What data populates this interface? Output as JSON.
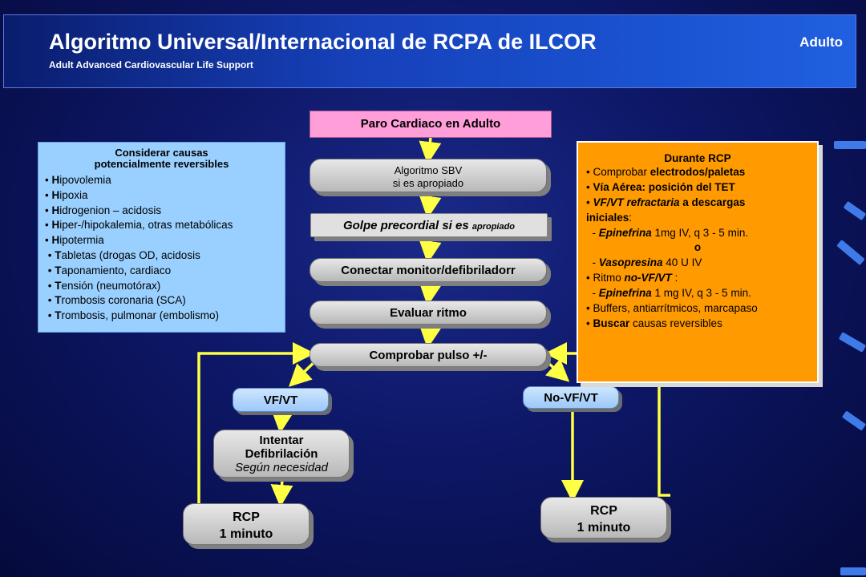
{
  "header": {
    "title": "Algoritmo Universal/Internacional de RCPA de ILCOR",
    "subtitle": "Adult Advanced Cardiovascular Life Support",
    "corner_label": "Adulto"
  },
  "flow": {
    "start": "Paro Cardiaco en Adulto",
    "sbv_title": "Algoritmo SBV",
    "sbv_sub": "si es apropiado",
    "golpe_main": "Golpe precordial si es",
    "golpe_small": "apropiado",
    "monitor": "Conectar monitor/defibriladorr",
    "evaluar": "Evaluar ritmo",
    "pulso": "Comprobar pulso +/-",
    "vfvt": "VF/VT",
    "novfvt": "No-VF/VT",
    "intentar_1": "Intentar",
    "intentar_2": "Defibrilación",
    "intentar_3": "Según necesidad",
    "rcp_title": "RCP",
    "rcp_sub": "1 minuto"
  },
  "causes": {
    "heading_1": "Considerar causas",
    "heading_2": "potencialmente  reversibles",
    "items": [
      {
        "initial": "H",
        "rest": "ipovolemia"
      },
      {
        "initial": "H",
        "rest": "ipoxia"
      },
      {
        "initial": "H",
        "rest": "idrogenion – acidosis"
      },
      {
        "initial": "H",
        "rest": "iper-/hipokalemia, otras metabólicas"
      },
      {
        "initial": "H",
        "rest": "ipotermia"
      },
      {
        "initial": "T",
        "rest": "abletas  (drogas OD, acidosis"
      },
      {
        "initial": "T",
        "rest": "aponamiento, cardiaco"
      },
      {
        "initial": "T",
        "rest": "ensión (neumotórax)"
      },
      {
        "initial": "T",
        "rest": "rombosis  coronaria (SCA)"
      },
      {
        "initial": "T",
        "rest": "rombosis, pulmonar (embolismo)"
      }
    ]
  },
  "during": {
    "heading": "Durante RCP",
    "l1_a": "Comprobar  ",
    "l1_b": "electrodos/paletas",
    "l2": "Vía Aérea: posición del TET",
    "l3_a": "VF/VT refractaria",
    "l3_b": "  a descargas",
    "l4": "iniciales",
    "l4_c": ":",
    "l5_a": "Epinefrina",
    "l5_b": " 1mg IV, q 3 - 5 min.",
    "l6": "o",
    "l7_a": "Vasopresina",
    "l7_b": " 40 U IV",
    "l8_a": "Ritmo ",
    "l8_b": "no-VF/VT",
    "l8_c": " :",
    "l9_a": "Epinefrina",
    "l9_b": " 1 mg IV, q 3 - 5 min.",
    "l10": "Buffers, antiarrítmicos, marcapaso",
    "l11_a": "Buscar",
    "l11_b": " causas reversibles"
  },
  "colors": {
    "arrow": "#ffff44",
    "accent_pink": "#ff9ed8",
    "accent_orange": "#ff9a00",
    "accent_lightblue": "#9ad0ff"
  }
}
